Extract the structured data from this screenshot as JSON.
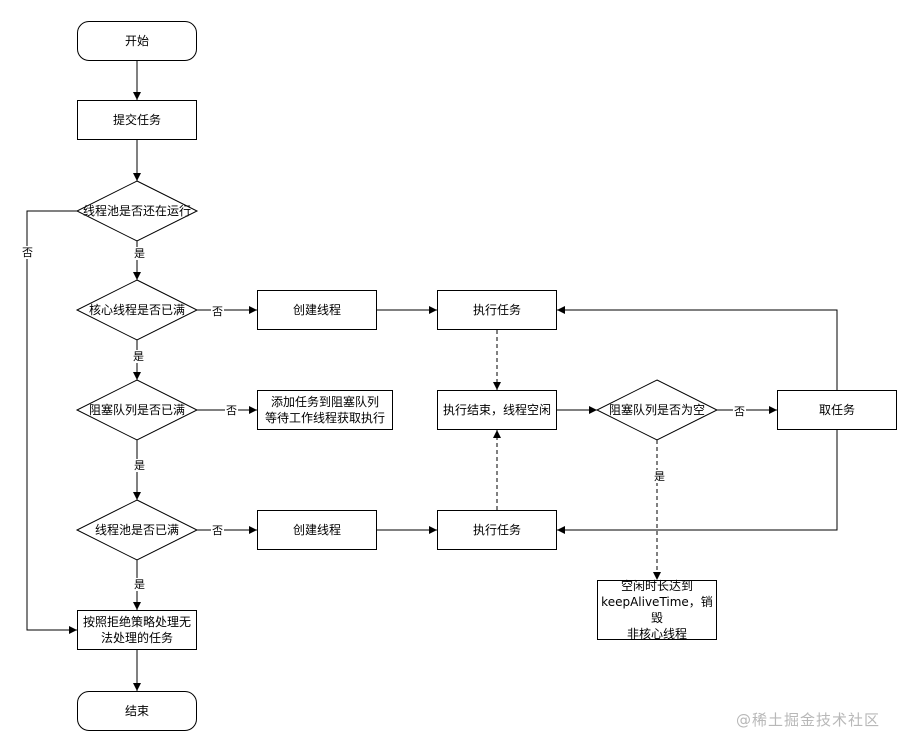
{
  "nodes": {
    "start": "开始",
    "submit": "提交任务",
    "pool_running": "线程池是否还在运行",
    "core_full": "核心线程是否已满",
    "queue_full": "阻塞队列是否已满",
    "pool_full": "线程池是否已满",
    "create_thread_1": "创建线程",
    "create_thread_2": "创建线程",
    "add_queue": "添加任务到阻塞队列\n等待工作线程获取执行",
    "exec_task_1": "执行任务",
    "exec_task_2": "执行任务",
    "exec_done_idle": "执行结束，线程空闲",
    "queue_empty": "阻塞队列是否为空",
    "take_task": "取任务",
    "idle_destroy": "空闲时长达到\nkeepAliveTime，销毁\n非核心线程",
    "reject": "按照拒绝策略处理无\n法处理的任务",
    "end": "结束"
  },
  "edge_labels": {
    "pool_running_yes": "是",
    "pool_running_no": "否",
    "core_full_no": "否",
    "core_full_yes": "是",
    "queue_full_no": "否",
    "queue_full_yes": "是",
    "pool_full_no": "否",
    "pool_full_yes": "是",
    "queue_empty_no": "否",
    "queue_empty_yes": "是"
  },
  "watermark": "@稀土掘金技术社区",
  "colors": {
    "stroke": "#000000",
    "background": "#ffffff",
    "watermark": "#b8b8b8"
  }
}
